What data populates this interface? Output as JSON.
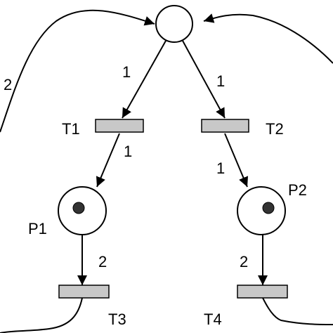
{
  "places": {
    "p_top": {
      "label": "",
      "tokens": 0
    },
    "p1": {
      "label": "P1",
      "tokens": 1
    },
    "p2": {
      "label": "P2",
      "tokens": 1
    }
  },
  "transitions": {
    "t1": {
      "label": "T1"
    },
    "t2": {
      "label": "T2"
    },
    "t3": {
      "label": "T3"
    },
    "t4": {
      "label": "T4"
    }
  },
  "arc_weights": {
    "ptop_t1": "1",
    "ptop_t2": "1",
    "t1_p1": "1",
    "t2_p2": "1",
    "p1_t3": "2",
    "p2_t4": "2",
    "t3_ptop": "2"
  },
  "colors": {
    "transition_fill": "#c8c8c8",
    "token_fill": "#333333",
    "line": "#000000"
  }
}
